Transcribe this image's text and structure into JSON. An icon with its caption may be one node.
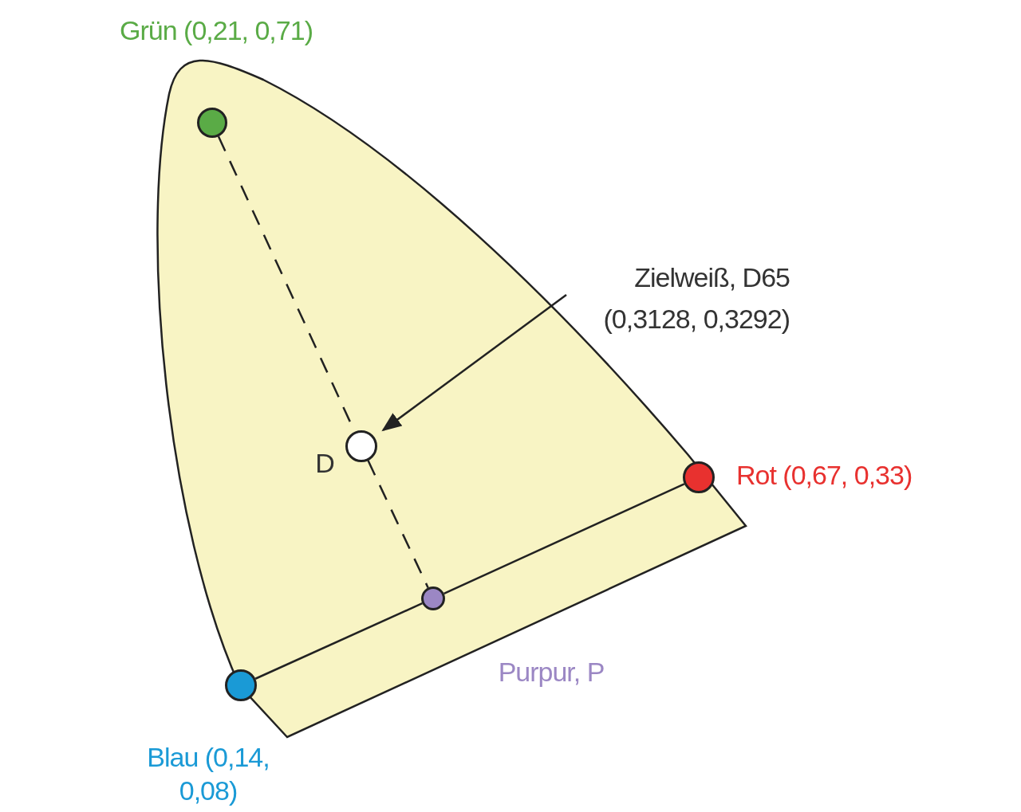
{
  "diagram": {
    "nodes": [
      {
        "text": [],
        "shape": "circle",
        "beside": [
          "Grün (0,21, 0,71)"
        ]
      },
      {
        "text": [],
        "shape": "circle",
        "beside": [
          "D"
        ]
      },
      {
        "text": [],
        "shape": "circle",
        "beside": [
          "Rot (0,67, 0,33)"
        ]
      },
      {
        "text": [],
        "shape": "circle",
        "beside": [
          "Purpur, P"
        ]
      },
      {
        "text": [],
        "shape": "circle",
        "beside": [
          "Blau (0,14, 0,08)"
        ]
      },
      {
        "text": [
          "Zielweiß, D65 (0,3128, 0,3292)"
        ]
      }
    ],
    "edges": [
      {
        "from": 0,
        "to": 1,
        "arrow": "none",
        "style": "dashed"
      },
      {
        "from": 1,
        "to": 3,
        "arrow": "none",
        "style": "dashed"
      },
      {
        "from": 4,
        "to": 3,
        "arrow": "none"
      },
      {
        "from": 3,
        "to": 2,
        "arrow": "none"
      },
      {
        "from": 5,
        "to": 1,
        "arrow": "to"
      }
    ]
  }
}
